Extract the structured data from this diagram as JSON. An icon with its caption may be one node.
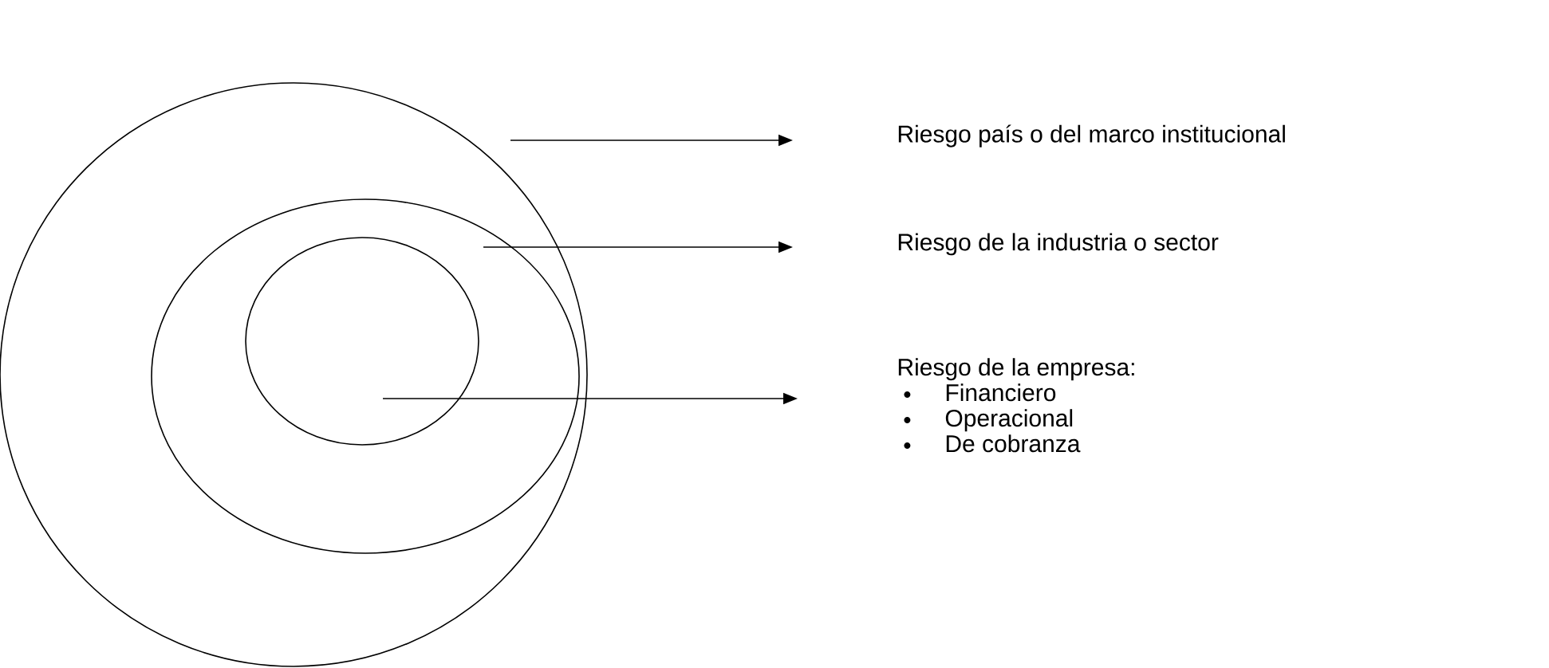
{
  "diagram": {
    "nodes": [
      {
        "text": [],
        "shape": "circle"
      },
      {
        "text": [],
        "shape": "circle",
        "in": 0
      },
      {
        "text": [],
        "shape": "circle",
        "in": 1
      },
      {
        "text": [
          "Riesgo país o del marco institucional"
        ]
      },
      {
        "text": [
          "Riesgo de la industria o sector"
        ]
      },
      {
        "text": [
          "Riesgo de la empresa:",
          "Financiero",
          "Operacional",
          "De cobranza"
        ]
      }
    ],
    "edges": [
      {
        "from": 0,
        "to": 3,
        "arrow": "to"
      },
      {
        "from": 1,
        "to": 4,
        "arrow": "to"
      },
      {
        "from": 2,
        "to": 5,
        "arrow": "to"
      }
    ]
  }
}
